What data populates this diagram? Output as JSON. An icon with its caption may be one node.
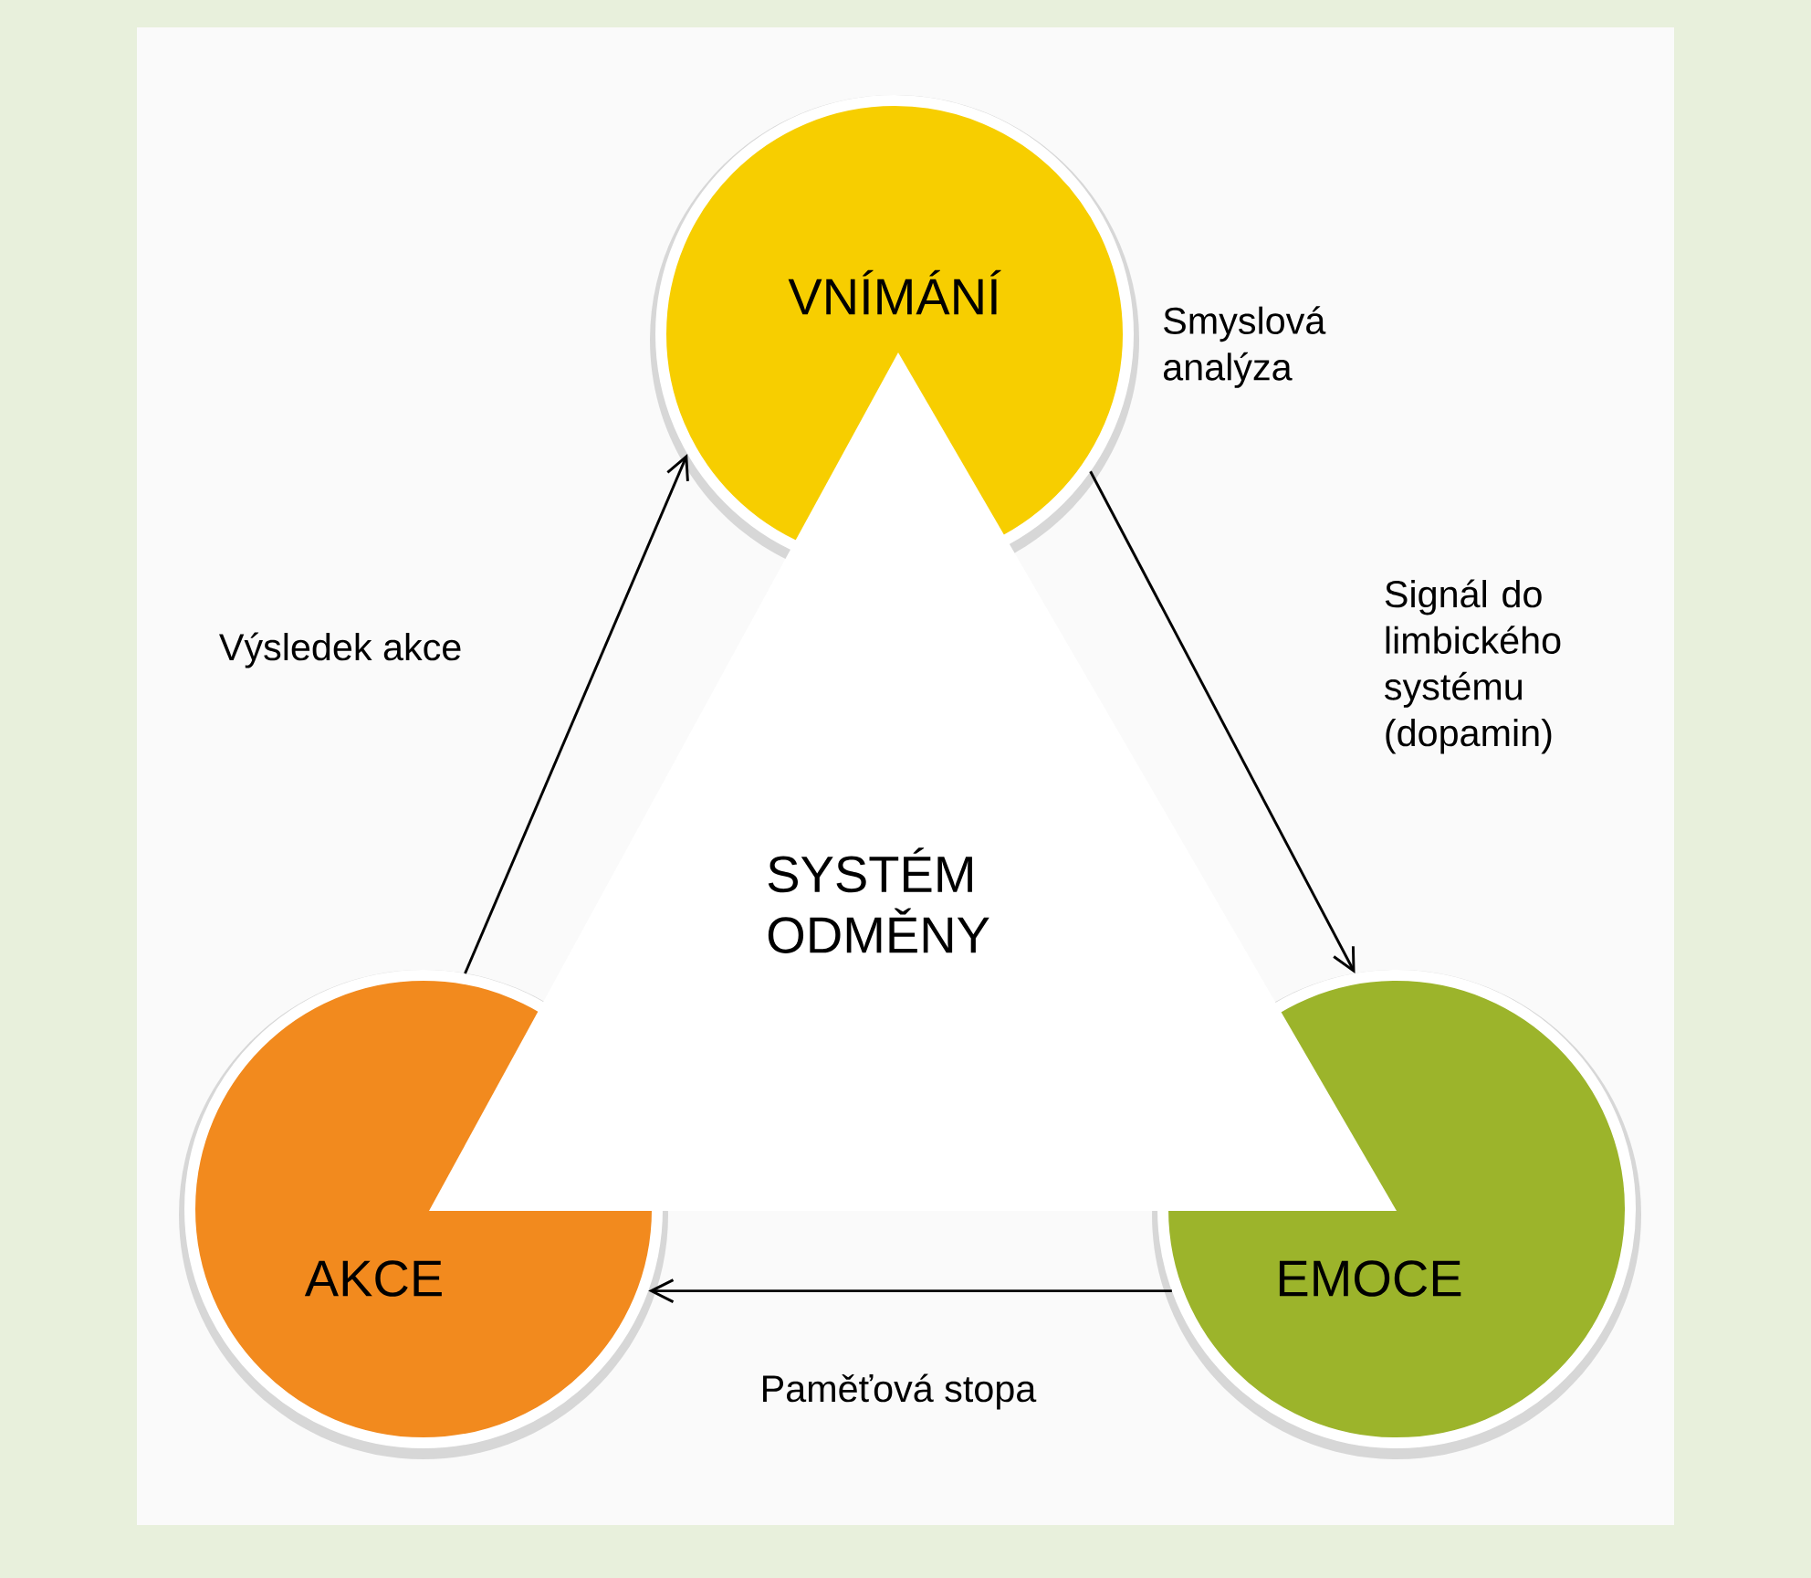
{
  "diagram": {
    "nodes": [
      {
        "text": [
          "VNÍMÁNÍ"
        ]
      },
      {
        "text": [
          "SYSTÉM ODMĚNY"
        ]
      },
      {
        "text": [
          "EMOCE"
        ]
      },
      {
        "text": [
          "AKCE"
        ]
      }
    ],
    "edges": [
      {
        "from": 3,
        "to": 0,
        "arrow": "to",
        "label": "Výsledek akce"
      },
      {
        "from": 0,
        "to": 2,
        "arrow": "to",
        "label": "Signál do limbického systému (dopamin)"
      },
      {
        "from": 2,
        "to": 3,
        "arrow": "to",
        "label": "Paměťová stopa"
      }
    ],
    "labels": [
      "Smyslová analýza"
    ]
  }
}
